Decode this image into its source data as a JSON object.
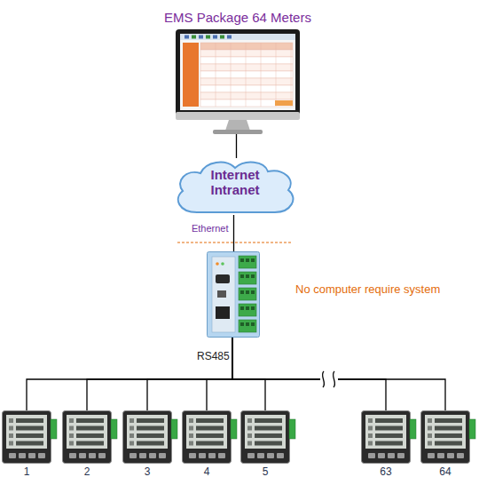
{
  "diagram": {
    "nodes": [
      {
        "text": [
          "EMS Package 64 Meters"
        ]
      },
      {
        "text": [
          "Internet Intranet"
        ]
      },
      {
        "text": [
          "No computer require system"
        ]
      },
      {
        "text": [
          "1"
        ]
      },
      {
        "text": [
          "2"
        ]
      },
      {
        "text": [
          "3"
        ]
      },
      {
        "text": [
          "4"
        ]
      },
      {
        "text": [
          "5"
        ]
      },
      {
        "text": [
          "63"
        ]
      },
      {
        "text": [
          "64"
        ]
      }
    ],
    "edges": [
      {
        "from": 0,
        "to": 1,
        "arrow": "none"
      },
      {
        "from": 1,
        "to": 2,
        "label": "Ethernet",
        "arrow": "none"
      },
      {
        "from": 2,
        "to": 3,
        "arrow": "none"
      },
      {
        "from": 2,
        "to": 4,
        "arrow": "none"
      },
      {
        "from": 2,
        "to": 5,
        "arrow": "none"
      },
      {
        "from": 2,
        "to": 6,
        "arrow": "none"
      },
      {
        "from": 2,
        "to": 7,
        "arrow": "none"
      },
      {
        "from": 2,
        "to": 8,
        "arrow": "none"
      },
      {
        "from": 2,
        "to": 9,
        "arrow": "none"
      }
    ],
    "labels": [
      "RS485"
    ]
  }
}
